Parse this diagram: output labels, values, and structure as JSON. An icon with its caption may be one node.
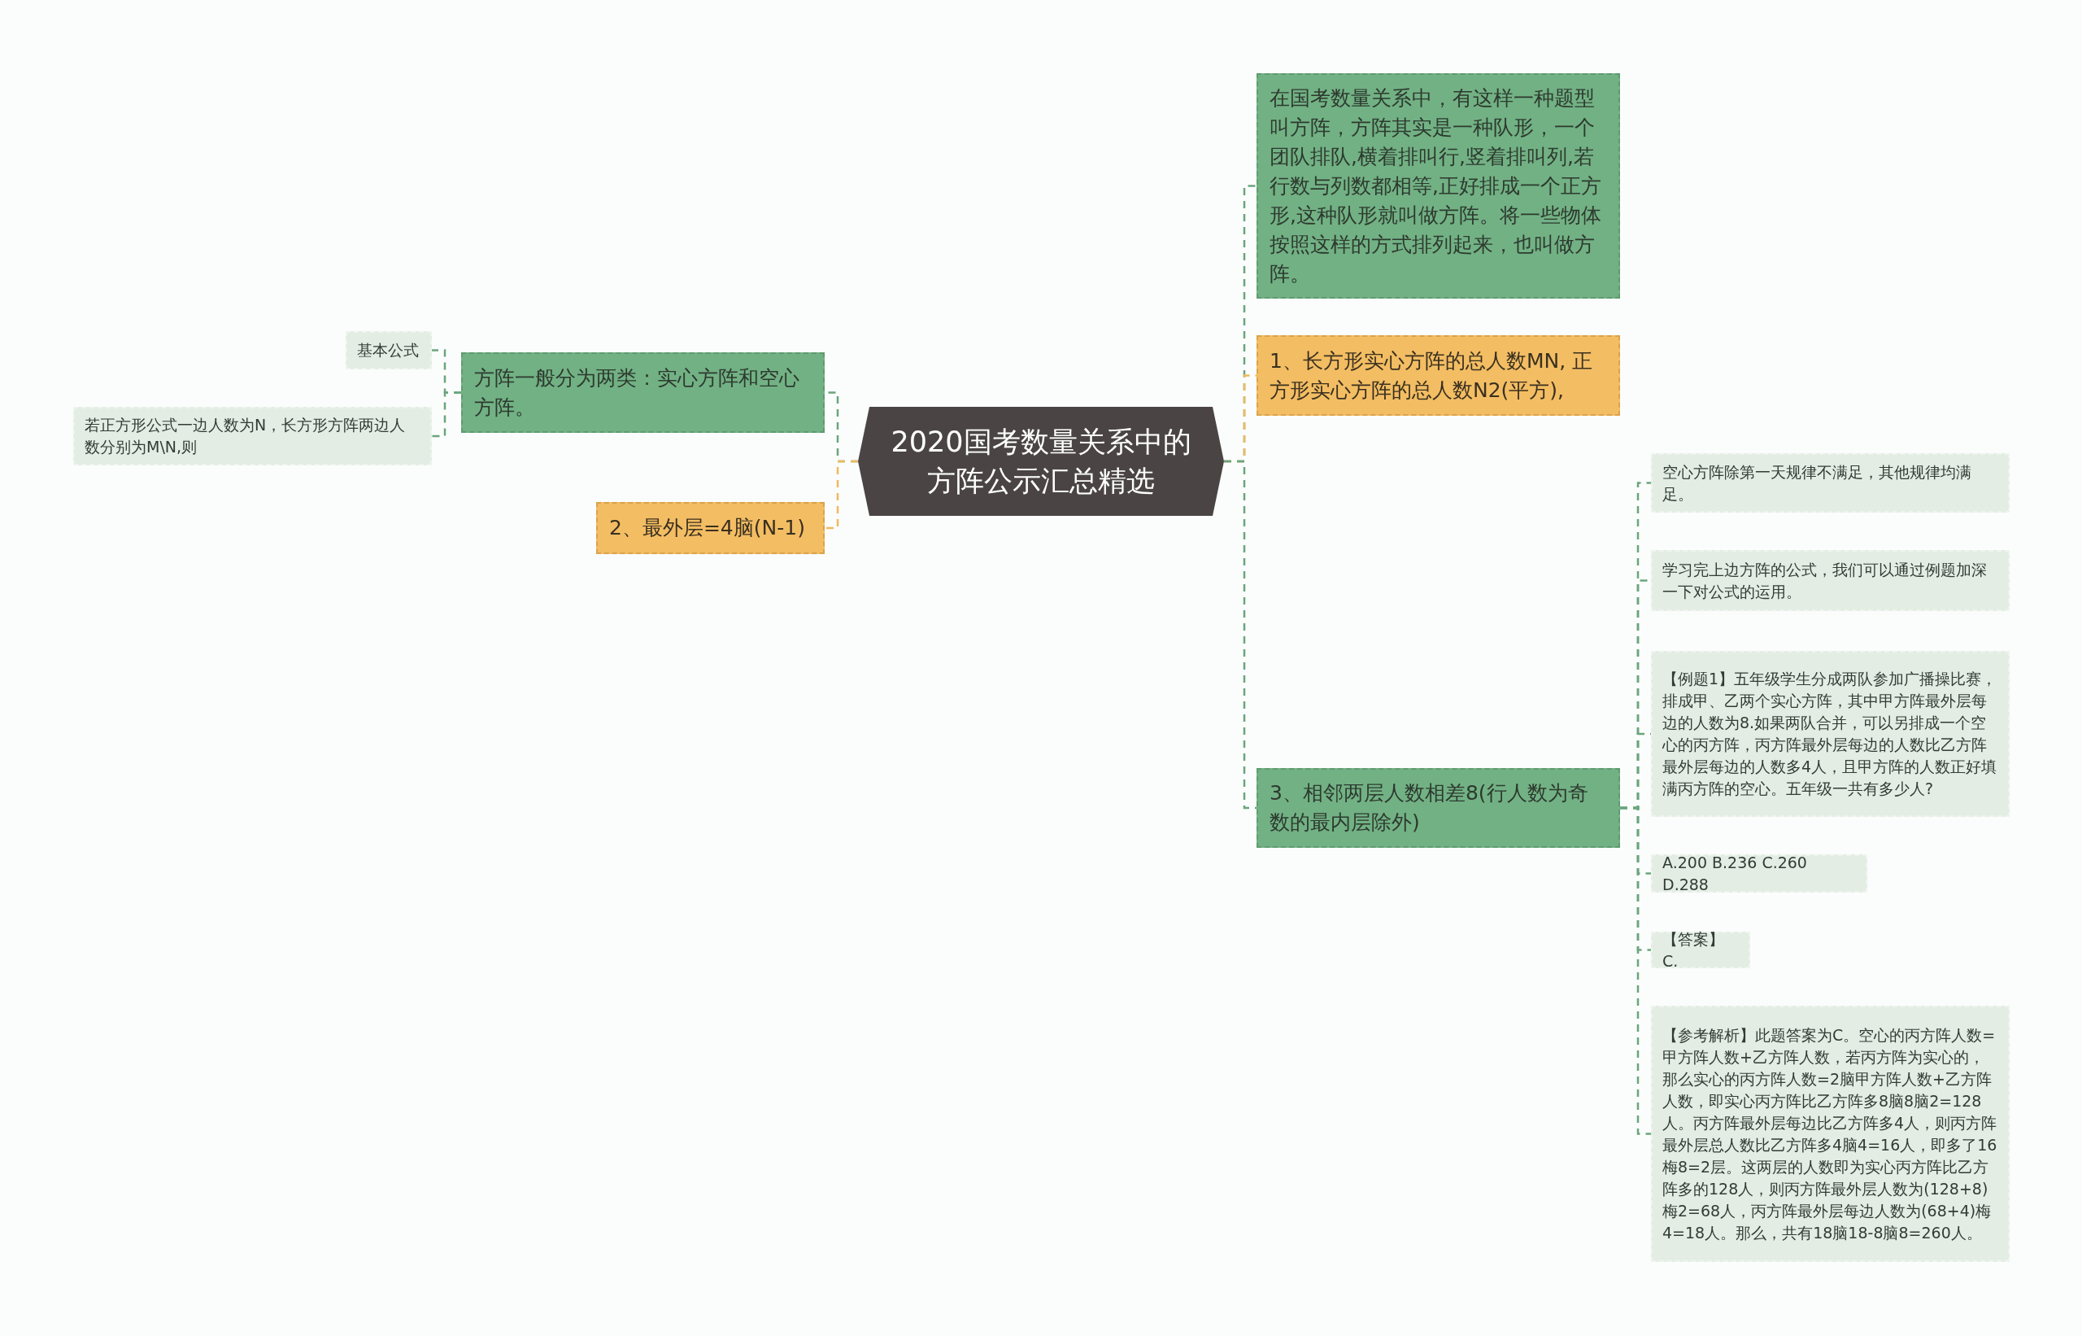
{
  "diagram": {
    "nodes": [
      {
        "text": [
          "2020国考数量关系中的方阵公示汇总精选"
        ]
      },
      {
        "text": [
          "方阵一般分为两类：实心方阵和空心方阵。"
        ]
      },
      {
        "text": [
          "基本公式"
        ]
      },
      {
        "text": [
          "若正方形公式一边人数为N，长方形方阵两边人数分别为M\\N,则"
        ]
      },
      {
        "text": [
          "2、最外层=4脑(N-1)"
        ]
      },
      {
        "text": [
          "在国考数量关系中，有这样一种题型叫方阵，方阵其实是一种队形，一个团队排队,横着排叫行,竖着排叫列,若行数与列数都相等,正好排成一个正方形,这种队形就叫做方阵。将一些物体按照这样的方式排列起来，也叫做方阵。"
        ]
      },
      {
        "text": [
          "1、长方形实心方阵的总人数MN, 正方形实心方阵的总人数N2(平方),"
        ]
      },
      {
        "text": [
          "3、相邻两层人数相差8(行人数为奇数的最内层除外)"
        ]
      },
      {
        "text": [
          "空心方阵除第一天规律不满足，其他规律均满足。"
        ]
      },
      {
        "text": [
          "学习完上边方阵的公式，我们可以通过例题加深一下对公式的运用。"
        ]
      },
      {
        "text": [
          "【例题1】五年级学生分成两队参加广播操比赛，排成甲、乙两个实心方阵，其中甲方阵最外层每边的人数为8.如果两队合并，可以另排成一个空心的丙方阵，丙方阵最外层每边的人数比乙方阵最外层每边的人数多4人，且甲方阵的人数正好填满丙方阵的空心。五年级一共有多少人?"
        ]
      },
      {
        "text": [
          "A.200 B.236 C.260 D.288"
        ]
      },
      {
        "text": [
          "【答案】C."
        ]
      },
      {
        "text": [
          "【参考解析】此题答案为C。空心的丙方阵人数=甲方阵人数+乙方阵人数，若丙方阵为实心的，那么实心的丙方阵人数=2脑甲方阵人数+乙方阵人数，即实心丙方阵比乙方阵多8脑8脑2=128人。丙方阵最外层每边比乙方阵多4人，则丙方阵最外层总人数比乙方阵多4脑4=16人，即多了16梅8=2层。这两层的人数即为实心丙方阵比乙方阵多的128人，则丙方阵最外层人数为(128+8)梅2=68人，丙方阵最外层每边人数为(68+4)梅4=18人。那么，共有18脑18-8脑8=260人。"
        ]
      }
    ],
    "edges": [
      {
        "from": 0,
        "to": 1,
        "arrow": "none",
        "style": "dashed"
      },
      {
        "from": 1,
        "to": 2,
        "arrow": "none",
        "style": "dashed"
      },
      {
        "from": 1,
        "to": 3,
        "arrow": "none",
        "style": "dashed"
      },
      {
        "from": 0,
        "to": 4,
        "arrow": "none",
        "style": "dashed",
        "color": "#f0b95c"
      },
      {
        "from": 0,
        "to": 5,
        "arrow": "none",
        "style": "dashed"
      },
      {
        "from": 0,
        "to": 6,
        "arrow": "none",
        "style": "dashed",
        "color": "#f0b95c"
      },
      {
        "from": 0,
        "to": 7,
        "arrow": "none",
        "style": "dashed"
      },
      {
        "from": 7,
        "to": 8,
        "arrow": "none",
        "style": "dashed"
      },
      {
        "from": 7,
        "to": 9,
        "arrow": "none",
        "style": "dashed"
      },
      {
        "from": 7,
        "to": 10,
        "arrow": "none",
        "style": "dashed"
      },
      {
        "from": 7,
        "to": 11,
        "arrow": "none",
        "style": "dashed"
      },
      {
        "from": 7,
        "to": 12,
        "arrow": "none",
        "style": "dashed"
      },
      {
        "from": 7,
        "to": 13,
        "arrow": "none",
        "style": "dashed"
      }
    ]
  }
}
